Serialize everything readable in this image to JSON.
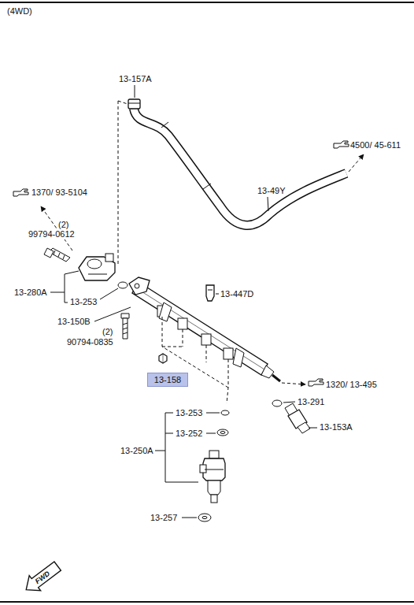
{
  "diagram": {
    "nodes": [
      {
        "text": [
          "13-158"
        ]
      }
    ],
    "labels": [
      "(4WD)",
      "13-157A",
      "4500/ 45-611",
      "13-49Y",
      "1370/ 93-5104",
      "(2)",
      "99794-0612",
      "13-280A",
      "13-253",
      "13-447D",
      "13-150B",
      "(2)",
      "90794-0835",
      "1320/ 13-495",
      "13-291",
      "13-253",
      "13-252",
      "13-153A",
      "13-250A",
      "13-257",
      "FWD"
    ]
  }
}
